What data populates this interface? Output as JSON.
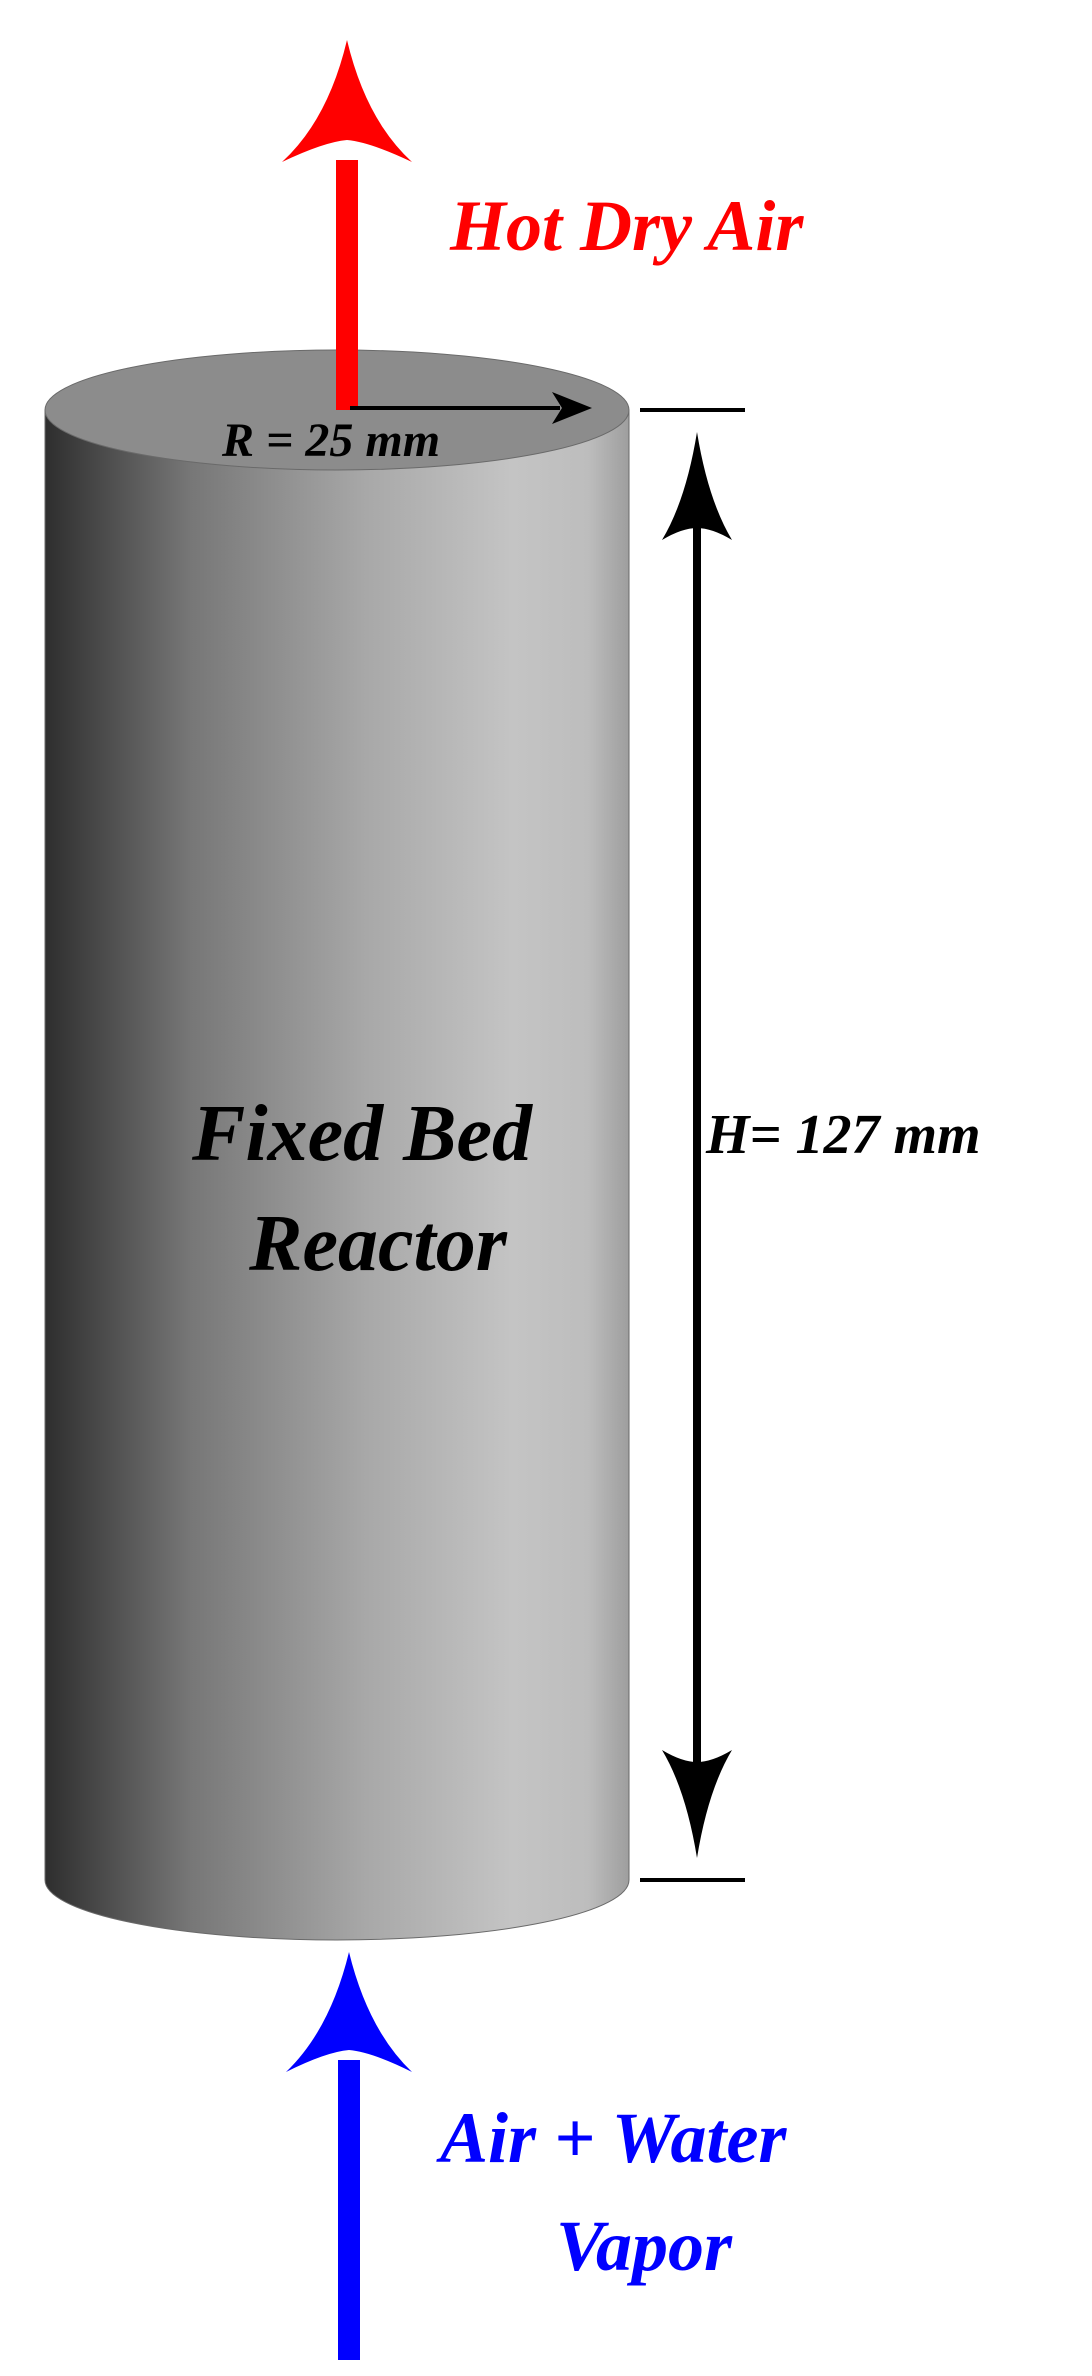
{
  "outlet": {
    "label": "Hot Dry Air",
    "color": "#ff0000"
  },
  "inlet": {
    "label_line1": "Air + Water",
    "label_line2": "Vapor",
    "color": "#0000ff"
  },
  "reactor": {
    "label_line1": "Fixed Bed",
    "label_line2": "Reactor",
    "body_gradient": [
      "#2e2e2e",
      "#777777",
      "#a8a8a8",
      "#c4c4c4",
      "#bdbdbd",
      "#9e9e9e"
    ],
    "top_color": "#8c8c8c"
  },
  "dimensions": {
    "radius_label": "R = 25 mm",
    "height_label": "H= 127 mm",
    "color": "#000000"
  }
}
